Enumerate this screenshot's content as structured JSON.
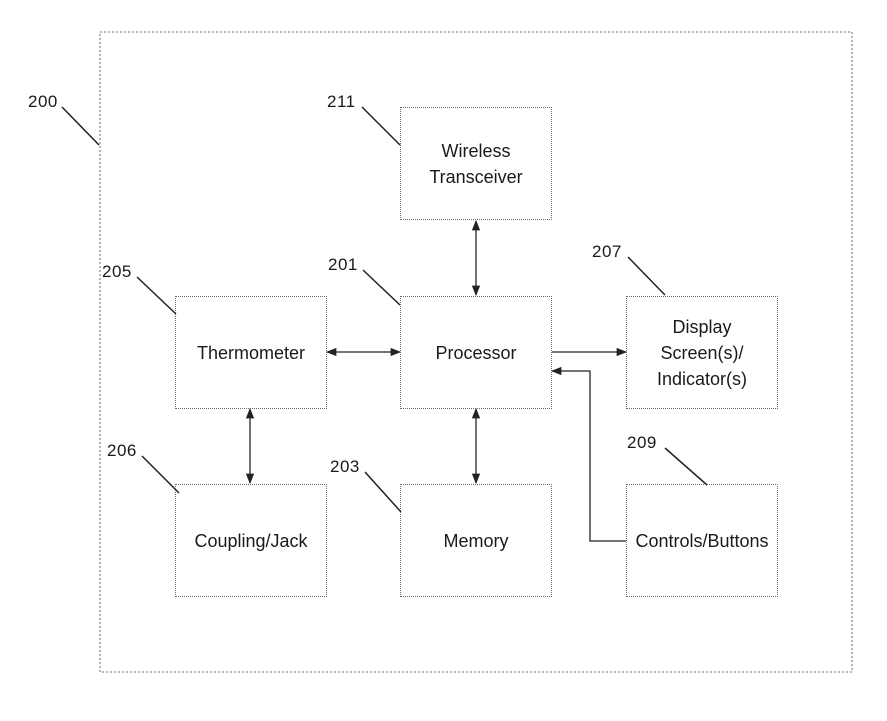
{
  "refs": {
    "device": "200",
    "processor": "201",
    "memory": "203",
    "thermometer": "205",
    "coupling": "206",
    "display": "207",
    "controls": "209",
    "wireless": "211"
  },
  "blocks": {
    "wireless": {
      "line1": "Wireless",
      "line2": "Transceiver"
    },
    "processor": {
      "label": "Processor"
    },
    "thermometer": {
      "label": "Thermometer"
    },
    "display": {
      "line1": "Display",
      "line2": "Screen(s)/",
      "line3": "Indicator(s)"
    },
    "coupling": {
      "label": "Coupling/Jack"
    },
    "memory": {
      "label": "Memory"
    },
    "controls": {
      "label": "Controls/Buttons"
    }
  },
  "colors": {
    "line": "#222222",
    "border": "#6b6b6b"
  }
}
